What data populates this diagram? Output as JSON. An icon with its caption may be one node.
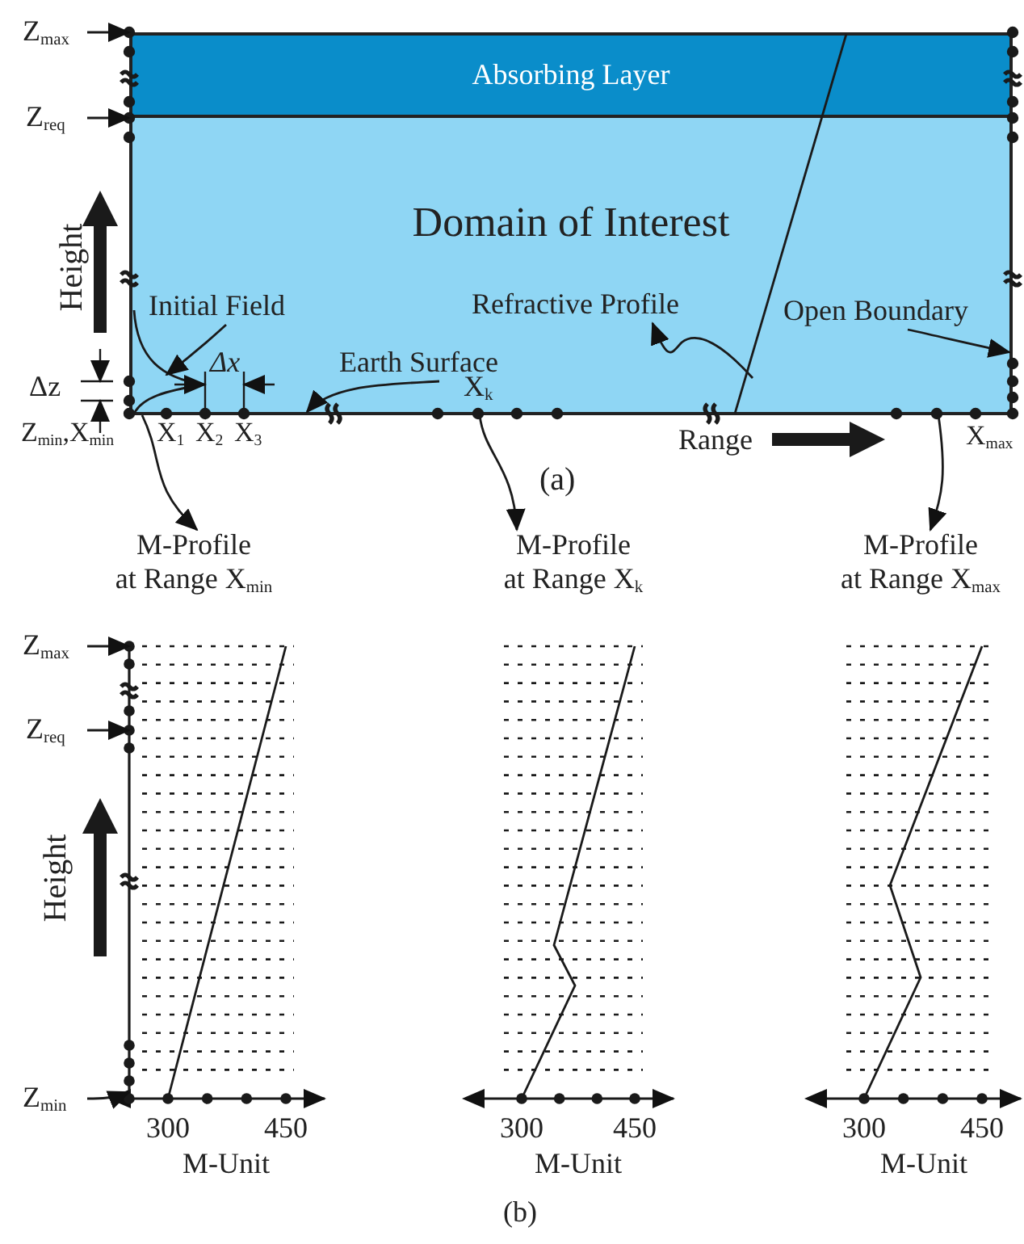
{
  "diagram": {
    "nodes": [
      {
        "text": [
          "Absorbing Layer"
        ]
      },
      {
        "text": [
          "Domain of Interest"
        ]
      },
      {
        "text": [
          "Initial Field"
        ],
        "in": 1
      },
      {
        "text": [
          "Refractive Profile"
        ],
        "in": 1
      },
      {
        "text": [
          "Earth Surface"
        ],
        "in": 1
      },
      {
        "text": [
          "Open Boundary"
        ],
        "in": 1
      },
      {
        "text": [],
        "shape": "curve",
        "in": 1
      },
      {
        "text": [],
        "shape": "line"
      },
      {
        "text": [
          "Z$_{max}$"
        ]
      },
      {
        "text": [
          "Z$_{req}$"
        ]
      },
      {
        "text": [
          "M-Profile at Range X$_{min}$"
        ]
      },
      {
        "text": [
          "M-Profile at Range X$_{k}$"
        ]
      },
      {
        "text": [
          "M-Profile at Range X$_{max}$"
        ]
      },
      {
        "text": [],
        "shape": "chart"
      },
      {
        "text": [],
        "shape": "chart"
      },
      {
        "text": [],
        "shape": "chart"
      },
      {
        "text": [
          "Z$_{max}$"
        ]
      },
      {
        "text": [
          "Z$_{req}$"
        ]
      },
      {
        "text": [
          "Z$_{min}$"
        ]
      }
    ],
    "edges": [
      {
        "from": 2,
        "to": 6,
        "arrow": "to"
      },
      {
        "from": 7,
        "to": 3,
        "arrow": "to"
      },
      {
        "from": 4,
        "to": 1,
        "arrow": "to"
      },
      {
        "from": 5,
        "to": 1,
        "arrow": "to"
      },
      {
        "from": 8,
        "to": 0,
        "arrow": "to"
      },
      {
        "from": 9,
        "to": 0,
        "arrow": "to"
      },
      {
        "from": 1,
        "to": 10,
        "arrow": "to"
      },
      {
        "from": 1,
        "to": 11,
        "arrow": "to"
      },
      {
        "from": 1,
        "to": 12,
        "arrow": "to"
      },
      {
        "from": 16,
        "to": 13,
        "arrow": "to"
      },
      {
        "from": 17,
        "to": 13,
        "arrow": "to"
      },
      {
        "from": 18,
        "to": 13,
        "arrow": "to"
      }
    ],
    "labels": [
      "Height",
      "Δz",
      "Δx",
      "X$_{k}$",
      "Z$_{min}$,X$_{min}$",
      "X$_{1}$",
      "X$_{2}$",
      "X$_{3}$",
      "Range",
      "X$_{max}$",
      "(a)",
      "Height",
      "300",
      "450",
      "M-Unit",
      "300",
      "450",
      "M-Unit",
      "300",
      "450",
      "M-Unit",
      "(b)"
    ]
  }
}
